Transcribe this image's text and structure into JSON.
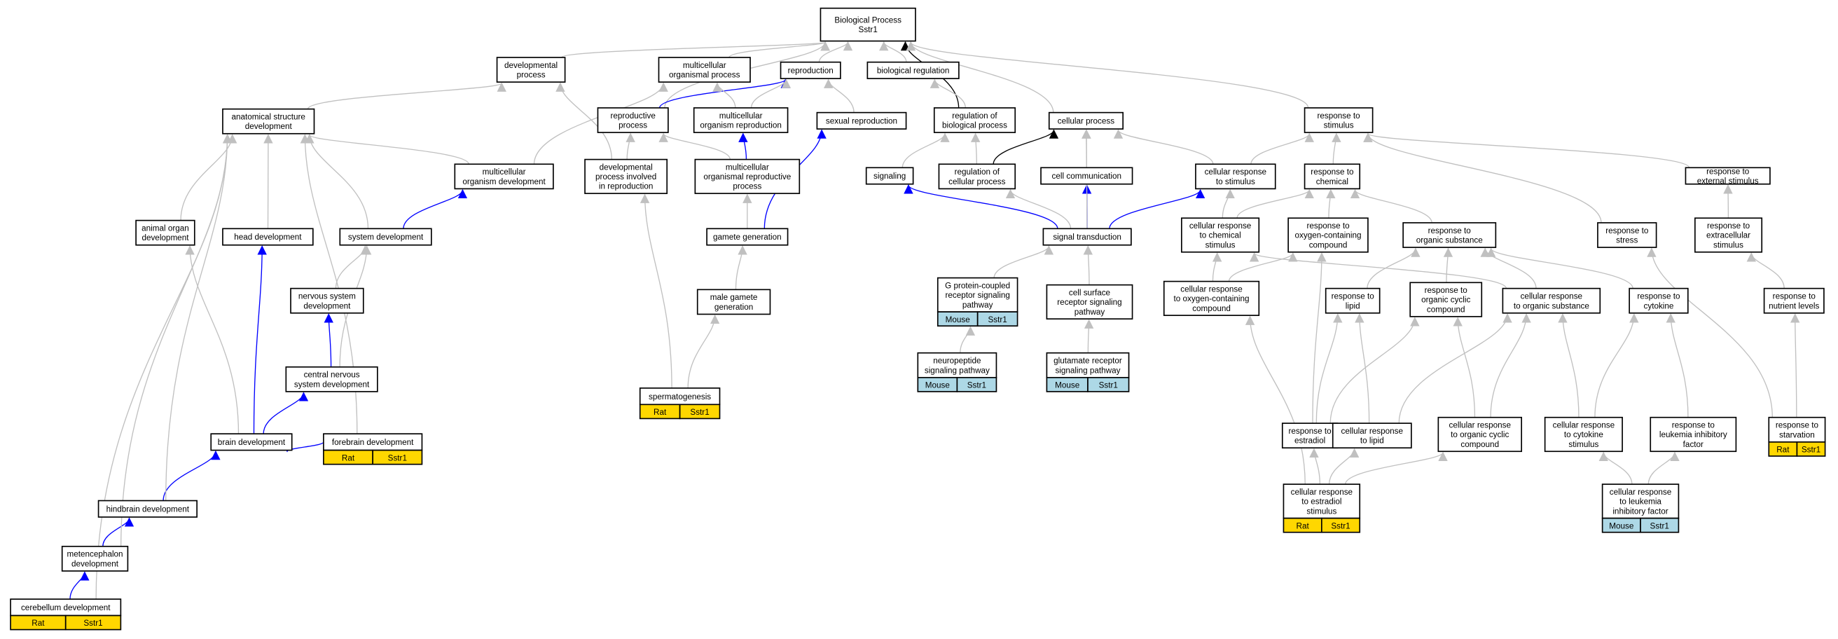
{
  "colors": {
    "edge_gray": "#c0c0c0",
    "edge_blue": "#0000ff",
    "edge_black": "#000000",
    "rat": "#ffd700",
    "mouse": "#add8e6"
  },
  "nodes": [
    {
      "id": "bp",
      "lines": [
        "Biological Process",
        "Sstr1"
      ]
    },
    {
      "id": "dev",
      "lines": [
        "developmental",
        "process"
      ]
    },
    {
      "id": "mop",
      "lines": [
        "multicellular",
        "organismal process"
      ]
    },
    {
      "id": "repro",
      "lines": [
        "reproduction"
      ]
    },
    {
      "id": "bioreg",
      "lines": [
        "biological regulation"
      ]
    },
    {
      "id": "asd",
      "lines": [
        "anatomical structure",
        "development"
      ]
    },
    {
      "id": "rp",
      "lines": [
        "reproductive",
        "process"
      ]
    },
    {
      "id": "mor",
      "lines": [
        "multicellular",
        "organism reproduction"
      ]
    },
    {
      "id": "sexrep",
      "lines": [
        "sexual reproduction"
      ]
    },
    {
      "id": "rbp",
      "lines": [
        "regulation of",
        "biological process"
      ]
    },
    {
      "id": "cp",
      "lines": [
        "cellular process"
      ]
    },
    {
      "id": "rts",
      "lines": [
        "response to",
        "stimulus"
      ]
    },
    {
      "id": "mod",
      "lines": [
        "multicellular",
        "organism development"
      ]
    },
    {
      "id": "dpir",
      "lines": [
        "developmental",
        "process involved",
        "in reproduction"
      ]
    },
    {
      "id": "morp",
      "lines": [
        "multicellular",
        "organismal reproductive",
        "process"
      ]
    },
    {
      "id": "sig",
      "lines": [
        "signaling"
      ]
    },
    {
      "id": "rcp",
      "lines": [
        "regulation of",
        "cellular process"
      ]
    },
    {
      "id": "cc",
      "lines": [
        "cell communication"
      ]
    },
    {
      "id": "crs",
      "lines": [
        "cellular response",
        "to stimulus"
      ]
    },
    {
      "id": "rtc",
      "lines": [
        "response to",
        "chemical"
      ]
    },
    {
      "id": "res",
      "lines": [
        "response to",
        "external stimulus"
      ]
    },
    {
      "id": "aod",
      "lines": [
        "animal organ",
        "development"
      ]
    },
    {
      "id": "hd",
      "lines": [
        "head development"
      ]
    },
    {
      "id": "sd",
      "lines": [
        "system development"
      ]
    },
    {
      "id": "gg",
      "lines": [
        "gamete generation"
      ]
    },
    {
      "id": "st",
      "lines": [
        "signal transduction"
      ]
    },
    {
      "id": "crcs",
      "lines": [
        "cellular response",
        "to chemical",
        "stimulus"
      ]
    },
    {
      "id": "roc",
      "lines": [
        "response to",
        "oxygen-containing",
        "compound"
      ]
    },
    {
      "id": "ros",
      "lines": [
        "response to",
        "organic substance"
      ]
    },
    {
      "id": "rstress",
      "lines": [
        "response to",
        "stress"
      ]
    },
    {
      "id": "rexs",
      "lines": [
        "response to",
        "extracellular",
        "stimulus"
      ]
    },
    {
      "id": "nsd",
      "lines": [
        "nervous system",
        "development"
      ]
    },
    {
      "id": "gpcr",
      "lines": [
        "G protein-coupled",
        "receptor signaling",
        "pathway"
      ],
      "annotation": {
        "species": "Mouse",
        "gene": "Sstr1"
      }
    },
    {
      "id": "csr",
      "lines": [
        "cell surface",
        "receptor signaling",
        "pathway"
      ]
    },
    {
      "id": "mgg",
      "lines": [
        "male gamete",
        "generation"
      ]
    },
    {
      "id": "croc",
      "lines": [
        "cellular response",
        "to oxygen-containing",
        "compound"
      ]
    },
    {
      "id": "rl",
      "lines": [
        "response to",
        "lipid"
      ]
    },
    {
      "id": "rocc",
      "lines": [
        "response to",
        "organic cyclic",
        "compound"
      ]
    },
    {
      "id": "cros",
      "lines": [
        "cellular response",
        "to organic substance"
      ]
    },
    {
      "id": "rcyt",
      "lines": [
        "response to",
        "cytokine"
      ]
    },
    {
      "id": "rnl",
      "lines": [
        "response to",
        "nutrient levels"
      ]
    },
    {
      "id": "cnsd",
      "lines": [
        "central nervous",
        "system development"
      ]
    },
    {
      "id": "neuro",
      "lines": [
        "neuropeptide",
        "signaling pathway"
      ],
      "annotation": {
        "species": "Mouse",
        "gene": "Sstr1"
      }
    },
    {
      "id": "glut",
      "lines": [
        "glutamate receptor",
        "signaling pathway"
      ],
      "annotation": {
        "species": "Mouse",
        "gene": "Sstr1"
      }
    },
    {
      "id": "sperm",
      "lines": [
        "spermatogenesis"
      ],
      "annotation": {
        "species": "Rat",
        "gene": "Sstr1"
      }
    },
    {
      "id": "re",
      "lines": [
        "response to",
        "estradiol"
      ]
    },
    {
      "id": "crl",
      "lines": [
        "cellular response",
        "to lipid"
      ]
    },
    {
      "id": "crocc",
      "lines": [
        "cellular response",
        "to organic cyclic",
        "compound"
      ]
    },
    {
      "id": "crcyt",
      "lines": [
        "cellular response",
        "to cytokine",
        "stimulus"
      ]
    },
    {
      "id": "rlif",
      "lines": [
        "response to",
        "leukemia inhibitory",
        "factor"
      ]
    },
    {
      "id": "rstarv",
      "lines": [
        "response to",
        "starvation"
      ],
      "annotation": {
        "species": "Rat",
        "gene": "Sstr1"
      }
    },
    {
      "id": "bd",
      "lines": [
        "brain development"
      ]
    },
    {
      "id": "fd",
      "lines": [
        "forebrain development"
      ],
      "annotation": {
        "species": "Rat",
        "gene": "Sstr1"
      }
    },
    {
      "id": "hbd",
      "lines": [
        "hindbrain development"
      ]
    },
    {
      "id": "cres",
      "lines": [
        "cellular response",
        "to estradiol",
        "stimulus"
      ],
      "annotation": {
        "species": "Rat",
        "gene": "Sstr1"
      }
    },
    {
      "id": "clif",
      "lines": [
        "cellular response",
        "to leukemia",
        "inhibitory factor"
      ],
      "annotation": {
        "species": "Mouse",
        "gene": "Sstr1"
      }
    },
    {
      "id": "met",
      "lines": [
        "metencephalon",
        "development"
      ]
    },
    {
      "id": "cer",
      "lines": [
        "cerebellum development"
      ],
      "annotation": {
        "species": "Rat",
        "gene": "Sstr1"
      }
    }
  ],
  "edges": [
    {
      "from": "dev",
      "to": "bp",
      "type": "gray"
    },
    {
      "from": "mop",
      "to": "bp",
      "type": "gray"
    },
    {
      "from": "repro",
      "to": "bp",
      "type": "gray"
    },
    {
      "from": "bioreg",
      "to": "bp",
      "type": "gray"
    },
    {
      "from": "rbp",
      "to": "bp",
      "type": "black"
    },
    {
      "from": "cp",
      "to": "bp",
      "type": "gray"
    },
    {
      "from": "rts",
      "to": "bp",
      "type": "gray"
    },
    {
      "from": "rp",
      "to": "bp",
      "type": "gray"
    },
    {
      "from": "asd",
      "to": "dev",
      "type": "gray"
    },
    {
      "from": "rp",
      "to": "repro",
      "type": "blue"
    },
    {
      "from": "mor",
      "to": "repro",
      "type": "gray"
    },
    {
      "from": "mor",
      "to": "mop",
      "type": "gray"
    },
    {
      "from": "sexrep",
      "to": "repro",
      "type": "gray"
    },
    {
      "from": "rbp",
      "to": "bioreg",
      "type": "gray"
    },
    {
      "from": "mod",
      "to": "asd",
      "type": "gray"
    },
    {
      "from": "mod",
      "to": "mop",
      "type": "gray"
    },
    {
      "from": "dpir",
      "to": "dev",
      "type": "gray"
    },
    {
      "from": "dpir",
      "to": "rp",
      "type": "gray"
    },
    {
      "from": "morp",
      "to": "rp",
      "type": "gray"
    },
    {
      "from": "morp",
      "to": "mor",
      "type": "blue"
    },
    {
      "from": "sig",
      "to": "rbp",
      "type": "gray"
    },
    {
      "from": "rcp",
      "to": "rbp",
      "type": "gray"
    },
    {
      "from": "rcp",
      "to": "cp",
      "type": "black"
    },
    {
      "from": "cc",
      "to": "cp",
      "type": "gray"
    },
    {
      "from": "crs",
      "to": "cp",
      "type": "gray"
    },
    {
      "from": "crs",
      "to": "rts",
      "type": "gray"
    },
    {
      "from": "rtc",
      "to": "rts",
      "type": "gray"
    },
    {
      "from": "res",
      "to": "rts",
      "type": "gray"
    },
    {
      "from": "rstress",
      "to": "rts",
      "type": "gray"
    },
    {
      "from": "aod",
      "to": "asd",
      "type": "gray"
    },
    {
      "from": "hd",
      "to": "asd",
      "type": "gray"
    },
    {
      "from": "sd",
      "to": "asd",
      "type": "gray"
    },
    {
      "from": "sd",
      "to": "mod",
      "type": "blue"
    },
    {
      "from": "gg",
      "to": "morp",
      "type": "gray"
    },
    {
      "from": "gg",
      "to": "sexrep",
      "type": "blue"
    },
    {
      "from": "st",
      "to": "sig",
      "type": "blue"
    },
    {
      "from": "st",
      "to": "rcp",
      "type": "gray"
    },
    {
      "from": "st",
      "to": "cc",
      "type": "blue"
    },
    {
      "from": "st",
      "to": "cp",
      "type": "gray"
    },
    {
      "from": "st",
      "to": "crs",
      "type": "blue"
    },
    {
      "from": "crcs",
      "to": "crs",
      "type": "gray"
    },
    {
      "from": "crcs",
      "to": "rtc",
      "type": "gray"
    },
    {
      "from": "roc",
      "to": "rtc",
      "type": "gray"
    },
    {
      "from": "ros",
      "to": "rtc",
      "type": "gray"
    },
    {
      "from": "rexs",
      "to": "res",
      "type": "gray"
    },
    {
      "from": "nsd",
      "to": "sd",
      "type": "gray"
    },
    {
      "from": "gpcr",
      "to": "st",
      "type": "gray"
    },
    {
      "from": "csr",
      "to": "st",
      "type": "gray"
    },
    {
      "from": "mgg",
      "to": "gg",
      "type": "gray"
    },
    {
      "from": "croc",
      "to": "crcs",
      "type": "gray"
    },
    {
      "from": "croc",
      "to": "roc",
      "type": "gray"
    },
    {
      "from": "rl",
      "to": "ros",
      "type": "gray"
    },
    {
      "from": "rocc",
      "to": "ros",
      "type": "gray"
    },
    {
      "from": "cros",
      "to": "crcs",
      "type": "gray"
    },
    {
      "from": "cros",
      "to": "ros",
      "type": "gray"
    },
    {
      "from": "rcyt",
      "to": "ros",
      "type": "gray"
    },
    {
      "from": "rnl",
      "to": "rexs",
      "type": "gray"
    },
    {
      "from": "cnsd",
      "to": "nsd",
      "type": "blue"
    },
    {
      "from": "cnsd",
      "to": "sd",
      "type": "gray"
    },
    {
      "from": "neuro",
      "to": "gpcr",
      "type": "gray"
    },
    {
      "from": "glut",
      "to": "csr",
      "type": "gray"
    },
    {
      "from": "sperm",
      "to": "mgg",
      "type": "gray"
    },
    {
      "from": "sperm",
      "to": "dpir",
      "type": "gray"
    },
    {
      "from": "re",
      "to": "roc",
      "type": "gray"
    },
    {
      "from": "re",
      "to": "rl",
      "type": "gray"
    },
    {
      "from": "re",
      "to": "rocc",
      "type": "gray"
    },
    {
      "from": "crl",
      "to": "rl",
      "type": "gray"
    },
    {
      "from": "crl",
      "to": "cros",
      "type": "gray"
    },
    {
      "from": "crocc",
      "to": "rocc",
      "type": "gray"
    },
    {
      "from": "crocc",
      "to": "cros",
      "type": "gray"
    },
    {
      "from": "crcyt",
      "to": "cros",
      "type": "gray"
    },
    {
      "from": "crcyt",
      "to": "rcyt",
      "type": "gray"
    },
    {
      "from": "rlif",
      "to": "rcyt",
      "type": "gray"
    },
    {
      "from": "rstarv",
      "to": "rnl",
      "type": "gray"
    },
    {
      "from": "rstarv",
      "to": "rstress",
      "type": "gray"
    },
    {
      "from": "bd",
      "to": "hd",
      "type": "blue"
    },
    {
      "from": "bd",
      "to": "cnsd",
      "type": "blue"
    },
    {
      "from": "bd",
      "to": "aod",
      "type": "gray"
    },
    {
      "from": "fd",
      "to": "bd",
      "type": "blue"
    },
    {
      "from": "fd",
      "to": "asd",
      "type": "gray"
    },
    {
      "from": "hbd",
      "to": "bd",
      "type": "blue"
    },
    {
      "from": "hbd",
      "to": "asd",
      "type": "gray"
    },
    {
      "from": "cres",
      "to": "croc",
      "type": "gray"
    },
    {
      "from": "cres",
      "to": "re",
      "type": "gray"
    },
    {
      "from": "cres",
      "to": "crl",
      "type": "gray"
    },
    {
      "from": "cres",
      "to": "crocc",
      "type": "gray"
    },
    {
      "from": "clif",
      "to": "crcyt",
      "type": "gray"
    },
    {
      "from": "clif",
      "to": "rlif",
      "type": "gray"
    },
    {
      "from": "met",
      "to": "hbd",
      "type": "blue"
    },
    {
      "from": "met",
      "to": "asd",
      "type": "gray"
    },
    {
      "from": "cer",
      "to": "met",
      "type": "blue"
    },
    {
      "from": "cer",
      "to": "asd",
      "type": "gray"
    }
  ]
}
